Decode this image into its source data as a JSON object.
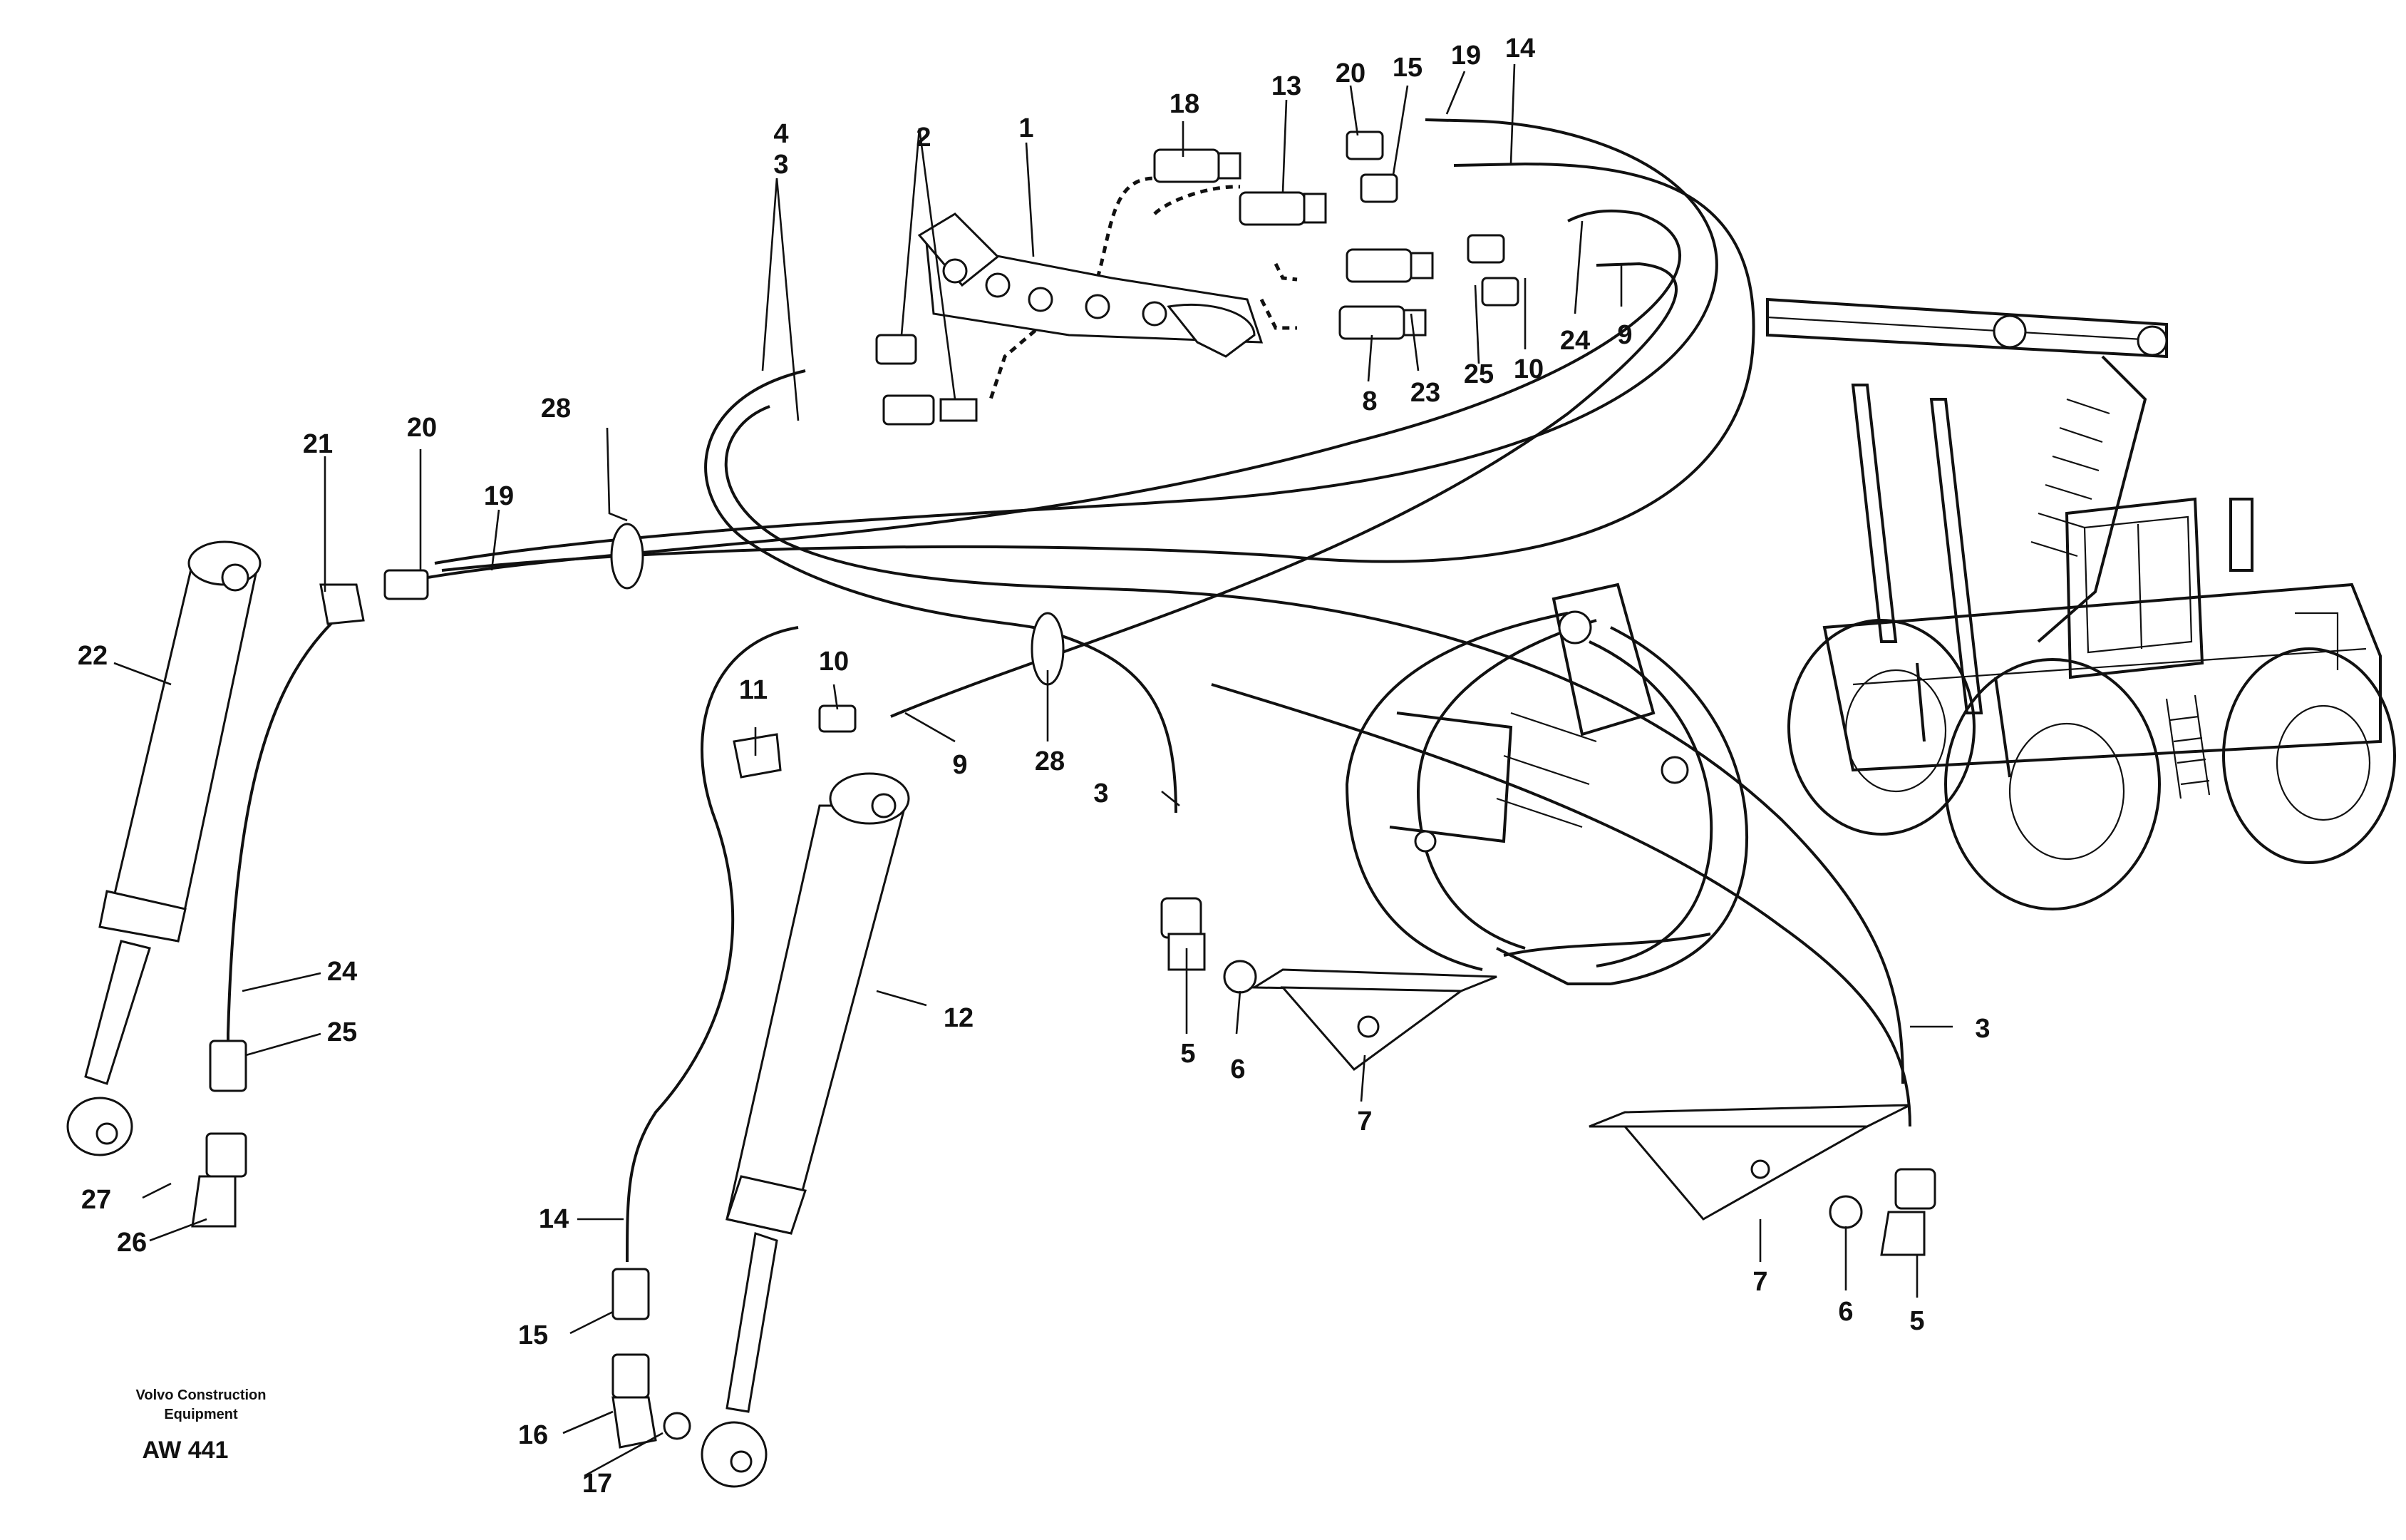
{
  "callouts": {
    "c1": "1",
    "c2": "2",
    "c3a": "3",
    "c4": "4",
    "c5a": "5",
    "c6a": "6",
    "c7a": "7",
    "c8": "8",
    "c9a": "9",
    "c10a": "10",
    "c11": "11",
    "c12": "12",
    "c13": "13",
    "c14a": "14",
    "c15a": "15",
    "c16": "16",
    "c17": "17",
    "c18": "18",
    "c19a": "19",
    "c20a": "20",
    "c21": "21",
    "c22": "22",
    "c23": "23",
    "c24a": "24",
    "c25a": "25",
    "c26": "26",
    "c27": "27",
    "c28a": "28",
    "c14b": "14",
    "c15b": "15",
    "c19b": "19",
    "c20b": "20",
    "c24b": "24",
    "c25b": "25",
    "c9b": "9",
    "c10b": "10",
    "c28b": "28",
    "c3b": "3",
    "c3c": "3",
    "c5b": "5",
    "c6b": "6",
    "c7b": "7"
  },
  "credit": {
    "line1": "Volvo Construction",
    "line2": "Equipment",
    "code": "AW 441"
  }
}
